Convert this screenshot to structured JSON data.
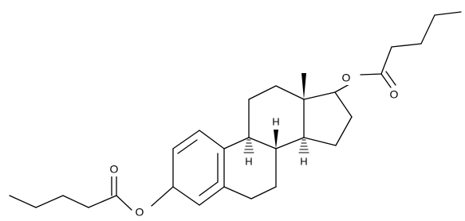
{
  "molecule": {
    "atoms": {
      "o_ester_left_single": "O",
      "o_ester_left_carbonyl": "O",
      "o_ester_right_single": "O",
      "o_ester_right_carbonyl": "O",
      "h_c8": "H",
      "h_c9": "H",
      "h_c14": "H"
    }
  }
}
